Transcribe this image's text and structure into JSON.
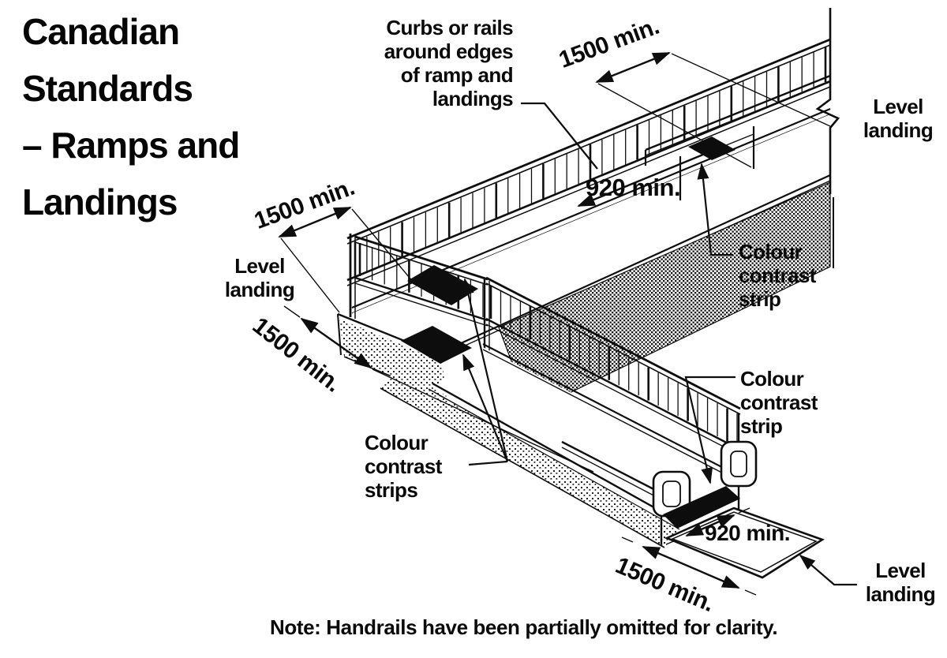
{
  "title": {
    "lines": [
      "Canadian",
      "Standards",
      "– Ramps and",
      "Landings"
    ]
  },
  "labels": {
    "curbs_lines": [
      "Curbs or rails",
      "around edges",
      "of ramp and",
      "landings"
    ],
    "level_landing": "Level landing",
    "colour_strip": "Colour contrast strip",
    "colour_strips": "Colour contrast strips"
  },
  "dimensions": {
    "d1500": "1500 min.",
    "d920": "920 min."
  },
  "note": "Note: Handrails have been partially omitted for clarity.",
  "colors": {
    "ink": "#0e0e0e",
    "paper": "#ffffff"
  }
}
